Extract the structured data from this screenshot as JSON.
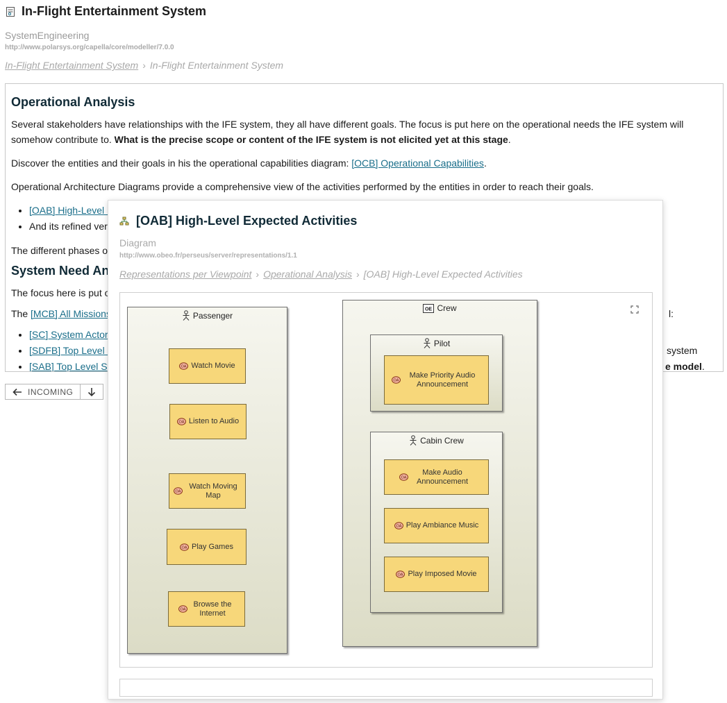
{
  "page": {
    "title": "In-Flight Entertainment System",
    "kind": "SystemEngineering",
    "uri": "http://www.polarsys.org/capella/core/modeller/7.0.0",
    "breadcrumb": [
      "In-Flight Entertainment System",
      "In-Flight Entertainment System"
    ],
    "breadcrumb_sep": "›"
  },
  "content": {
    "h_operational": "Operational Analysis",
    "p1_text": "Several stakeholders have relationships with the IFE system, they all have different goals. The focus is put here on the operational needs the IFE system will somehow contribute to. ",
    "p1_bold": "What is the precise scope or content of the IFE system is not elicited yet at this stage",
    "p1_end": ".",
    "p2_text": "Discover the entities and their goals in his the operational capabilities diagram: ",
    "p2_link": "[OCB] Operational Capabilities",
    "p2_end": ".",
    "p3_text": "Operational Architecture Diagrams provide a comprehensive view of the activities performed by the entities in order to reach their goals.",
    "list1_item1": "[OAB] High-Level E",
    "list1_item2": "And its refined vers",
    "p4_text": "The different phases of",
    "h_system": "System Need An",
    "p5_text": "The focus here is put or",
    "p6_text": "The ",
    "p6_link": "[MCB] All Missions",
    "p6_right": "l:",
    "list2_item1": "[SC] System Actors",
    "list2_item2": "[SDFB] Top Level F",
    "list2_item2_right": "system",
    "list2_item3": "[SAB] Top Level Sy",
    "list2_item3_right": "e model",
    "list2_item3_right_end": "."
  },
  "nav": {
    "incoming_label": "INCOMING"
  },
  "overlay": {
    "title": "[OAB] High-Level Expected Activities",
    "kind": "Diagram",
    "uri": "http://www.obeo.fr/perseus/server/representations/1.1",
    "breadcrumb": [
      "Representations per Viewpoint",
      "Operational Analysis",
      "[OAB] High-Level Expected Activities"
    ],
    "breadcrumb_sep": "›"
  },
  "diagram": {
    "passenger": {
      "label": "Passenger",
      "activities": [
        "Watch Movie",
        "Listen to Audio",
        "Watch Moving Map",
        "Play Games",
        "Browse the Internet"
      ]
    },
    "crew": {
      "label": "Crew",
      "pilot": {
        "label": "Pilot",
        "activities": [
          "Make Priority Audio Announcement"
        ]
      },
      "cabin_crew": {
        "label": "Cabin Crew",
        "activities": [
          "Make Audio Announcement",
          "Play Ambiance Music",
          "Play Imposed Movie"
        ]
      }
    },
    "colors": {
      "activity_fill": "#f7d77a",
      "entity_fill_top": "#f6f6ef",
      "entity_fill_bottom": "#dcdcc6",
      "link": "#1a6e8a"
    }
  }
}
